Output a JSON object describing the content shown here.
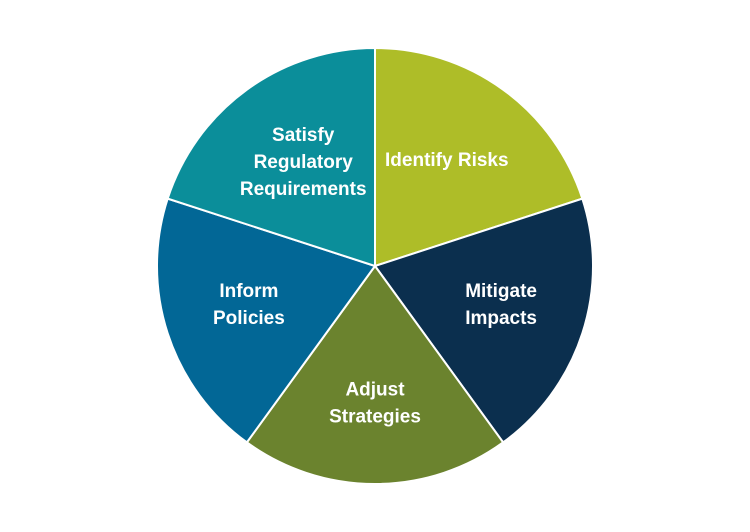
{
  "diagram": {
    "type": "pie-cycle",
    "segments": [
      {
        "lines": [
          "Identify Risks"
        ],
        "color": "#AEBD28"
      },
      {
        "lines": [
          "Mitigate",
          "Impacts"
        ],
        "color": "#0B2F4E"
      },
      {
        "lines": [
          "Adjust",
          "Strategies"
        ],
        "color": "#6B832E"
      },
      {
        "lines": [
          "Inform",
          "Policies"
        ],
        "color": "#026796"
      },
      {
        "lines": [
          "Satisfy",
          "Regulatory",
          "Requirements"
        ],
        "color": "#0B8E9A"
      }
    ]
  }
}
